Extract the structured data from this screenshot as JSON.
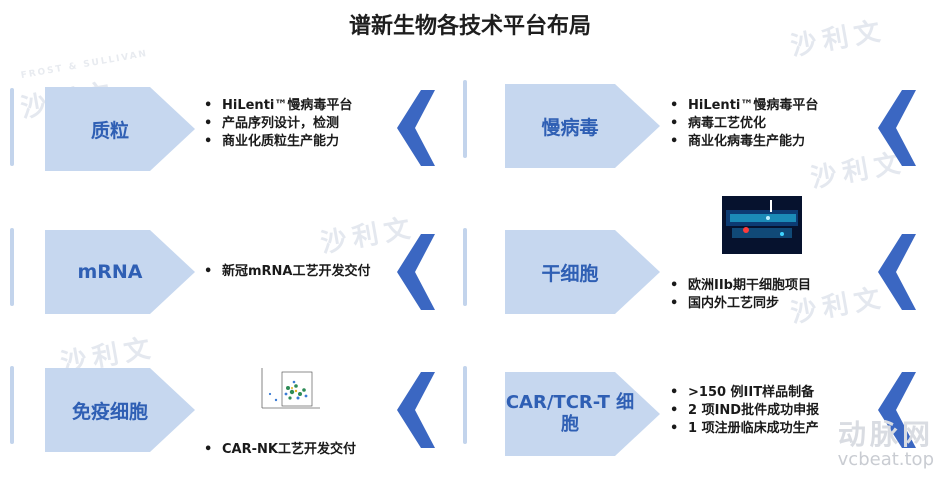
{
  "title": "谱新生物各技术平台布局",
  "watermark": {
    "logo_text": "沙利文",
    "small_text": "FROST & SULLIVAN"
  },
  "corner_logo": {
    "name": "动脉网",
    "url": "vcbeat.top"
  },
  "platforms": [
    {
      "label": "质粒",
      "bullets": [
        "HiLenti™慢病毒平台",
        "产品序列设计，检测",
        "商业化质粒生产能力"
      ]
    },
    {
      "label": "mRNA",
      "bullets": [
        "新冠mRNA工艺开发交付"
      ]
    },
    {
      "label": "免疫细胞",
      "bullets": [
        "CAR-NK工艺开发交付"
      ]
    },
    {
      "label": "慢病毒",
      "bullets": [
        "HiLenti™慢病毒平台",
        "病毒工艺优化",
        "商业化病毒生产能力"
      ]
    },
    {
      "label": "干细胞",
      "bullets": [
        "欧洲IIb期干细胞项目",
        "国内外工艺同步"
      ]
    },
    {
      "label": "CAR/TCR-T 细胞",
      "bullets": [
        ">150 例IIT样品制备",
        "2 项IND批件成功申报",
        "1 项注册临床成功生产"
      ]
    }
  ],
  "colors": {
    "pentagon": "#c6d7ef",
    "label": "#2f5fb4",
    "chevron": "#3b67c2",
    "bar": "#c3d4ec"
  }
}
